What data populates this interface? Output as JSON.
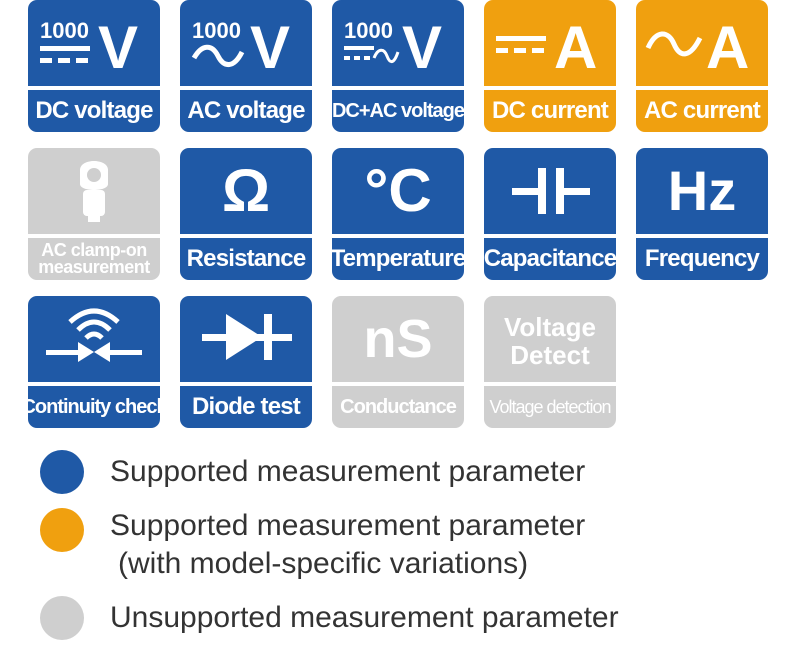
{
  "colors": {
    "supported": "#1f59a6",
    "variant": "#f0a00f",
    "unsupported": "#cfcfcf"
  },
  "tiles": [
    {
      "id": "dc-voltage",
      "label": "DC voltage",
      "state": "supported",
      "num": "1000",
      "unit": "V",
      "icon": "dc-line-icon"
    },
    {
      "id": "ac-voltage",
      "label": "AC voltage",
      "state": "supported",
      "num": "1000",
      "unit": "V",
      "icon": "ac-wave-icon"
    },
    {
      "id": "dcac-voltage",
      "label": "DC+AC voltage",
      "state": "supported",
      "num": "1000",
      "unit": "V",
      "icon": "dc-ac-icon"
    },
    {
      "id": "dc-current",
      "label": "DC current",
      "state": "variant",
      "unit": "A",
      "icon": "dc-line-icon"
    },
    {
      "id": "ac-current",
      "label": "AC current",
      "state": "variant",
      "unit": "A",
      "icon": "ac-wave-icon"
    },
    {
      "id": "ac-clamp",
      "label": "AC clamp-on measurement",
      "label_line1": "AC clamp-on",
      "label_line2": "measurement",
      "state": "unsupported",
      "icon": "clamp-probe-icon"
    },
    {
      "id": "resistance",
      "label": "Resistance",
      "state": "supported",
      "symbol": "Ω",
      "icon": "ohm-icon"
    },
    {
      "id": "temperature",
      "label": "Temperature",
      "state": "supported",
      "symbol": "°C",
      "icon": "celsius-icon"
    },
    {
      "id": "capacitance",
      "label": "Capacitance",
      "state": "supported",
      "icon": "capacitor-icon"
    },
    {
      "id": "frequency",
      "label": "Frequency",
      "state": "supported",
      "symbol": "Hz",
      "icon": "hertz-icon"
    },
    {
      "id": "continuity",
      "label": "Continuity check",
      "state": "supported",
      "icon": "continuity-icon"
    },
    {
      "id": "diode",
      "label": "Diode test",
      "state": "supported",
      "icon": "diode-icon"
    },
    {
      "id": "conductance",
      "label": "Conductance",
      "state": "unsupported",
      "symbol": "nS",
      "icon": "nanosiemens-icon"
    },
    {
      "id": "voltage-detect",
      "label": "Voltage detection",
      "state": "unsupported",
      "symbol_line1": "Voltage",
      "symbol_line2": "Detect",
      "icon": "voltage-detect-icon"
    }
  ],
  "legend": [
    {
      "state": "supported",
      "text": "Supported measurement parameter"
    },
    {
      "state": "variant",
      "text_line1": "Supported measurement parameter",
      "text_line2": "(with model-specific variations)"
    },
    {
      "state": "unsupported",
      "text": "Unsupported measurement parameter"
    }
  ]
}
